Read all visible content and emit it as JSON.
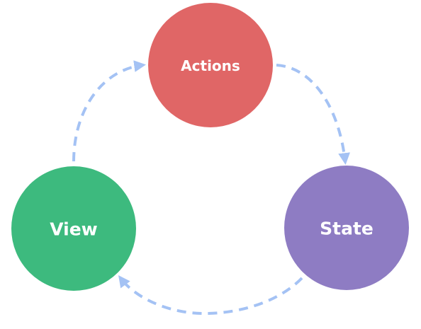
{
  "diagram": {
    "nodes": [
      {
        "id": "actions",
        "label": "Actions",
        "color": "#e06666"
      },
      {
        "id": "state",
        "label": "State",
        "color": "#8e7cc3"
      },
      {
        "id": "view",
        "label": "View",
        "color": "#3dba7e"
      }
    ],
    "edges": [
      {
        "from": "actions",
        "to": "state"
      },
      {
        "from": "state",
        "to": "view"
      },
      {
        "from": "view",
        "to": "actions"
      }
    ],
    "arrow_color": "#a4c2f4"
  }
}
